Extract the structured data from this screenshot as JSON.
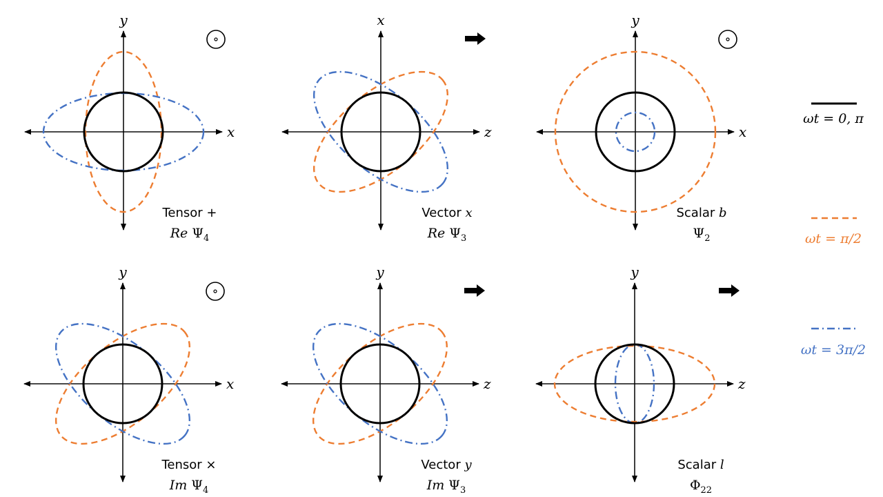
{
  "colors": {
    "solid": "#000000",
    "dashed": "#ED7D31",
    "dashdot": "#4472C4"
  },
  "legend": [
    {
      "label": "ωt = 0, π",
      "color": "#000000",
      "style": "solid"
    },
    {
      "label": "ωt = π/2",
      "color": "#ED7D31",
      "style": "dashed"
    },
    {
      "label": "ωt = 3π/2",
      "color": "#4472C4",
      "style": "dashdot"
    }
  ],
  "panels": [
    {
      "id": "tensor-plus",
      "v_axis": "y",
      "h_axis": "x",
      "caption_line1": {
        "upright": "Tensor +",
        "italic": ""
      },
      "caption_line2": {
        "italic": "Re",
        "upright": " Ψ",
        "sub": "4"
      },
      "direction": "out-of-page"
    },
    {
      "id": "vector-x",
      "v_axis": "x",
      "h_axis": "z",
      "caption_line1": {
        "upright": "Vector ",
        "italic": "x"
      },
      "caption_line2": {
        "italic": "Re",
        "upright": " Ψ",
        "sub": "3"
      },
      "direction": "right-arrow"
    },
    {
      "id": "scalar-b",
      "v_axis": "y",
      "h_axis": "x",
      "caption_line1": {
        "upright": "Scalar ",
        "italic": "b"
      },
      "caption_line2": {
        "italic": "",
        "upright": "Ψ",
        "sub": "2"
      },
      "direction": "out-of-page"
    },
    {
      "id": "tensor-times",
      "v_axis": "y",
      "h_axis": "x",
      "caption_line1": {
        "upright": "Tensor ×",
        "italic": ""
      },
      "caption_line2": {
        "italic": "Im",
        "upright": " Ψ",
        "sub": "4"
      },
      "direction": "out-of-page"
    },
    {
      "id": "vector-y",
      "v_axis": "y",
      "h_axis": "z",
      "caption_line1": {
        "upright": "Vector ",
        "italic": "y"
      },
      "caption_line2": {
        "italic": "Im",
        "upright": " Ψ",
        "sub": "3"
      },
      "direction": "right-arrow"
    },
    {
      "id": "scalar-l",
      "v_axis": "y",
      "h_axis": "z",
      "caption_line1": {
        "upright": "Scalar ",
        "italic": "l"
      },
      "caption_line2": {
        "italic": "",
        "upright": "Φ",
        "sub": "22"
      },
      "direction": "right-arrow"
    }
  ]
}
